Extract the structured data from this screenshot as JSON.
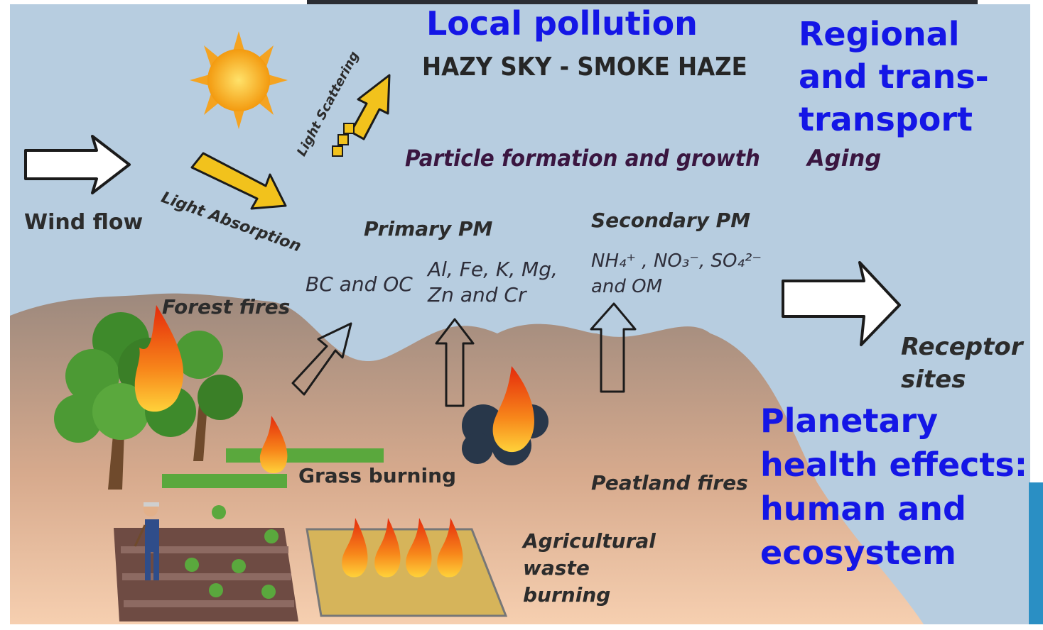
{
  "labels": {
    "local_pollution": "Local pollution",
    "hazy_sky": "HAZY SKY - SMOKE HAZE",
    "regional": "Regional\nand trans-\ntransport",
    "aging": "Aging",
    "particle_formation": "Particle formation and growth",
    "wind_flow": "Wind flow",
    "light_absorption": "Light Absorption",
    "light_scattering": "Light Scattering",
    "primary_pm": "Primary PM",
    "secondary_pm": "Secondary PM",
    "bc_oc": "BC and OC",
    "metals": "Al, Fe, K, Mg,\nZn and Cr",
    "secondary_species": "NH₄⁺ , NO₃⁻, SO₄²⁻\nand OM",
    "forest_fires": "Forest fires",
    "grass_burning": "Grass burning",
    "peatland_fires": "Peatland fires",
    "agricultural": "Agricultural\nwaste\nburning",
    "receptor": "Receptor\nsites",
    "planetary": "Planetary\nhealth effects:\nhuman and\necosystem"
  },
  "colors": {
    "sky": "#b7cde0",
    "ground_top": "#a08a7c",
    "ground_bottom": "#f3c7a6",
    "label_blue": "#1416e6",
    "accent_teal": "#2a8fc4"
  },
  "icons": [
    "sun-icon",
    "tree-icon",
    "fire-icon",
    "farmer-icon",
    "wind-arrow-icon"
  ]
}
